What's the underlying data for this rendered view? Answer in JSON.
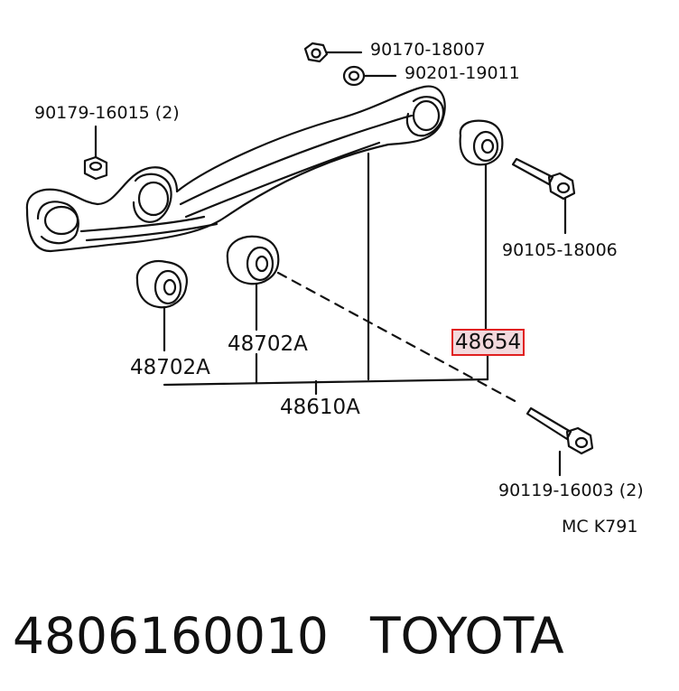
{
  "labels": {
    "nut": "90170-18007",
    "washer": "90201-19011",
    "nut_small": "90179-16015 (2)",
    "bolt_right": "90105-18006",
    "bushing_left": "48702A",
    "bushing_mid": "48702A",
    "bushing_right": "48654",
    "arm": "48610A",
    "bolt_bottom": "90119-16003 (2)",
    "code": "MC K791"
  },
  "footer": {
    "part_number": "4806160010",
    "brand": "TOYOTA"
  },
  "colors": {
    "highlight_border": "#e02020",
    "highlight_fill": "#f3d9dd"
  }
}
